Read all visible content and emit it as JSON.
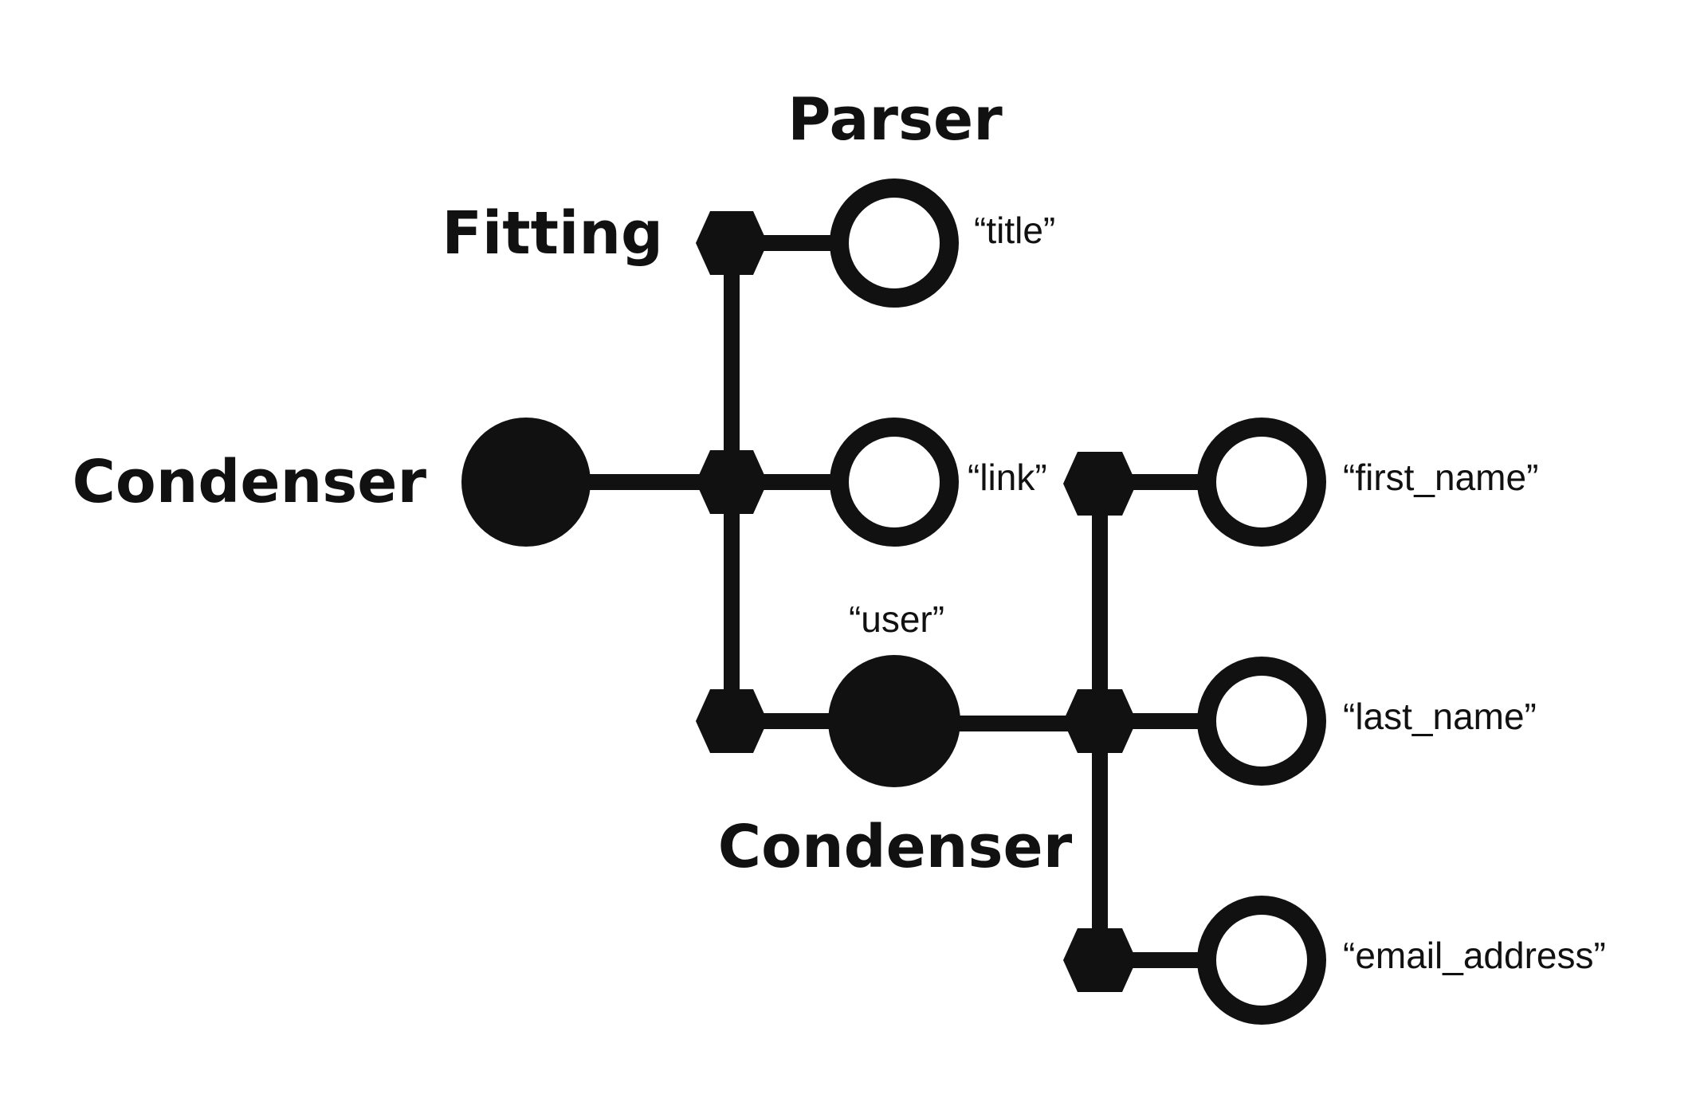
{
  "diagram": {
    "colors": {
      "ink": "#111111",
      "background": "#ffffff"
    },
    "labels": {
      "parser": "Parser",
      "fitting": "Fitting",
      "condenser_root": "Condenser",
      "condenser_user": "Condenser"
    },
    "fields": {
      "title": "“title”",
      "link": "“link”",
      "user": "“user”",
      "first_name": "“first_name”",
      "last_name": "“last_name”",
      "email_address": "“email_address”"
    },
    "icons": {
      "filled_node": "condenser-node-icon",
      "open_node": "parser-node-icon",
      "hex_node": "fitting-icon"
    }
  }
}
